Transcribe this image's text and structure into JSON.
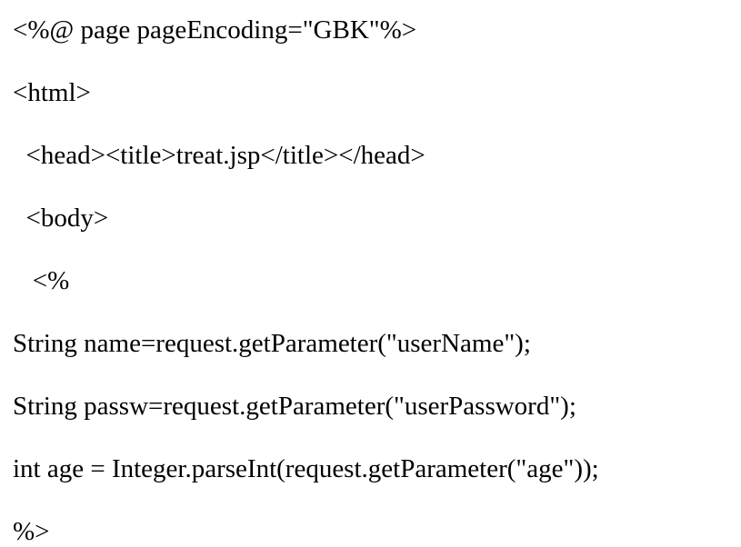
{
  "document": {
    "lines": [
      "<%@ page pageEncoding=\"GBK\"%>",
      "<html>",
      "  <head><title>treat.jsp</title></head>",
      "  <body>",
      "   <%",
      "String name=request.getParameter(\"userName\");",
      "String passw=request.getParameter(\"userPassword\");",
      "int age = Integer.parseInt(request.getParameter(\"age\"));",
      "%>"
    ]
  }
}
